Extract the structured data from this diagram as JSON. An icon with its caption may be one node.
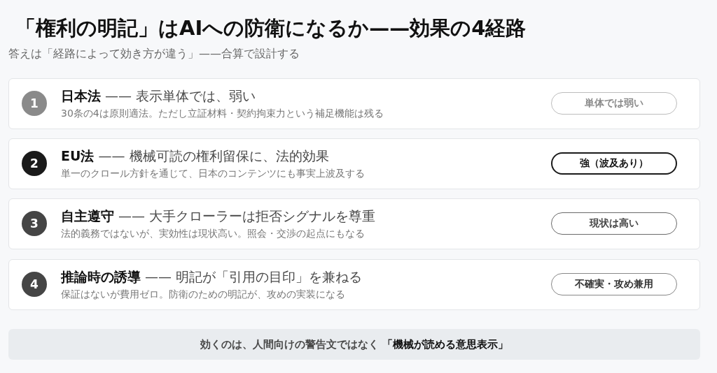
{
  "diagram": {
    "title": "「権利の明記」はAIへの防衛になるか——効果の4経路",
    "nodes": [
      {
        "text": [
          "**日本法** —— 表示単体では、弱い",
          "30条の4は原則適法。ただし立証材料・契約拘束力という補足機能は残る"
        ]
      },
      {
        "text": [
          "1"
        ],
        "in": 0
      },
      {
        "text": [
          "単体では弱い"
        ],
        "in": 0
      },
      {
        "text": [
          "**EU法** —— 機械可読の権利留保に、法的効果",
          "単一のクロール方針を通じて、日本のコンテンツにも事実上波及する"
        ]
      },
      {
        "text": [
          "2"
        ],
        "in": 3
      },
      {
        "text": [
          "強（波及あり）"
        ],
        "in": 3
      },
      {
        "text": [
          "**自主遵守** —— 大手クローラーは拒否シグナルを尊重",
          "法的義務ではないが、実効性は現状高い。照会・交渉の起点にもなる"
        ]
      },
      {
        "text": [
          "3"
        ],
        "in": 6
      },
      {
        "text": [
          "現状は高い"
        ],
        "in": 6
      },
      {
        "text": [
          "**推論時の誘導** —— 明記が「引用の目印」を兼ねる",
          "保証はないが費用ゼロ。防衛のための明記が、攻めの実装になる"
        ]
      },
      {
        "text": [
          "4"
        ],
        "in": 9
      },
      {
        "text": [
          "不確実・攻め兼用"
        ],
        "in": 9
      },
      {
        "text": [
          "効くのは、人間向けの警告文ではなく **「機械が読める意思表示」**"
        ]
      }
    ],
    "labels": [
      "答えは「経路によって効き方が違う」——合算で設計する"
    ]
  }
}
